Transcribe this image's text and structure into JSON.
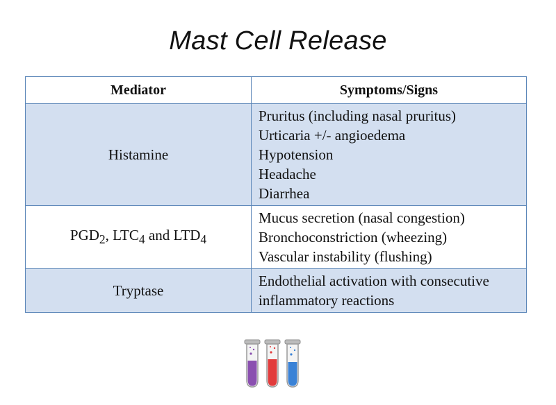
{
  "title": "Mast Cell Release",
  "table": {
    "headers": {
      "mediator": "Mediator",
      "symptoms": "Symptoms/Signs"
    },
    "rows": [
      {
        "mediator": "Histamine",
        "symptoms": [
          "Pruritus (including nasal pruritus)",
          "Urticaria +/- angioedema",
          "Hypotension",
          "Headache",
          "Diarrhea"
        ]
      },
      {
        "mediator_parts": [
          "PGD",
          "2",
          ", LTC",
          "4",
          " and LTD",
          "4"
        ],
        "symptoms": [
          "Mucus secretion (nasal congestion)",
          "Bronchoconstriction (wheezing)",
          "Vascular instability (flushing)"
        ]
      },
      {
        "mediator": "Tryptase",
        "symptoms": [
          "Endothelial activation with consecutive",
          "inflammatory reactions"
        ]
      }
    ]
  },
  "colors": {
    "shaded_row": "#d3dff0",
    "border": "#5b86b8",
    "tube_purple": "#8a4fb0",
    "tube_red": "#e23b3b",
    "tube_blue": "#3a82d6"
  },
  "icons": {
    "tubes": "test-tubes-icon"
  }
}
